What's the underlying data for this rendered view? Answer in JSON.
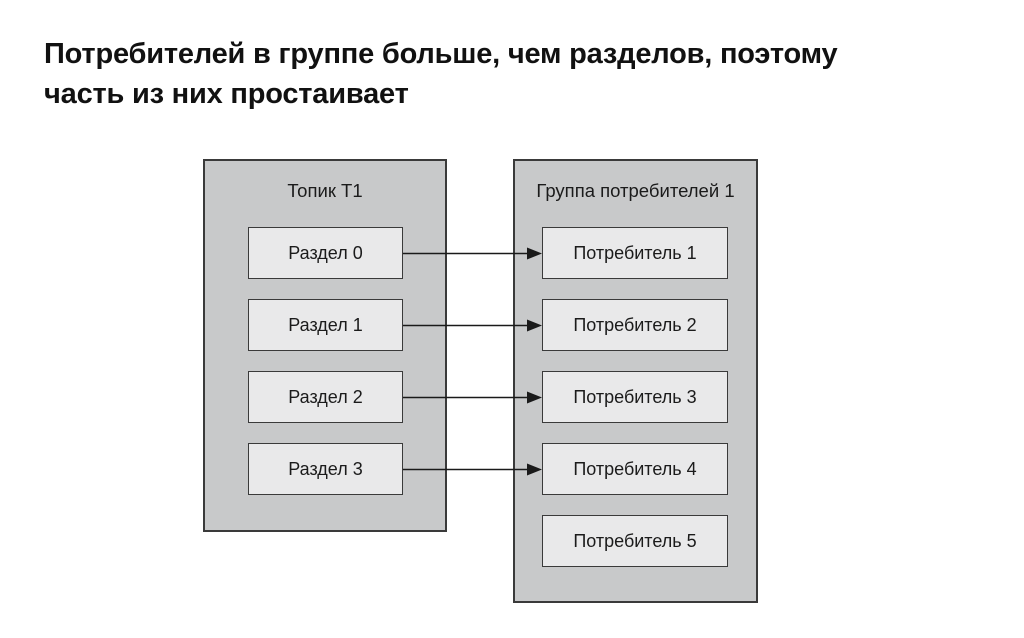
{
  "title": {
    "line1": "Потребителей в группе больше, чем разделов, поэтому",
    "line2": "часть из них простаивает"
  },
  "topic": {
    "label": "Топик Т1",
    "partitions": [
      "Раздел 0",
      "Раздел 1",
      "Раздел 2",
      "Раздел 3"
    ]
  },
  "consumer_group": {
    "label": "Группа потребителей 1",
    "consumers": [
      "Потребитель 1",
      "Потребитель 2",
      "Потребитель 3",
      "Потребитель 4",
      "Потребитель 5"
    ]
  },
  "connections": [
    {
      "from": "Раздел 0",
      "to": "Потребитель 1"
    },
    {
      "from": "Раздел 1",
      "to": "Потребитель 2"
    },
    {
      "from": "Раздел 2",
      "to": "Потребитель 3"
    },
    {
      "from": "Раздел 3",
      "to": "Потребитель 4"
    }
  ],
  "colors": {
    "background": "#ffffff",
    "container_fill": "#c8c9ca",
    "node_fill": "#e9e9ea",
    "border": "#3a3a3a",
    "arrow": "#1a1a1a",
    "text": "#1b1b1b"
  }
}
